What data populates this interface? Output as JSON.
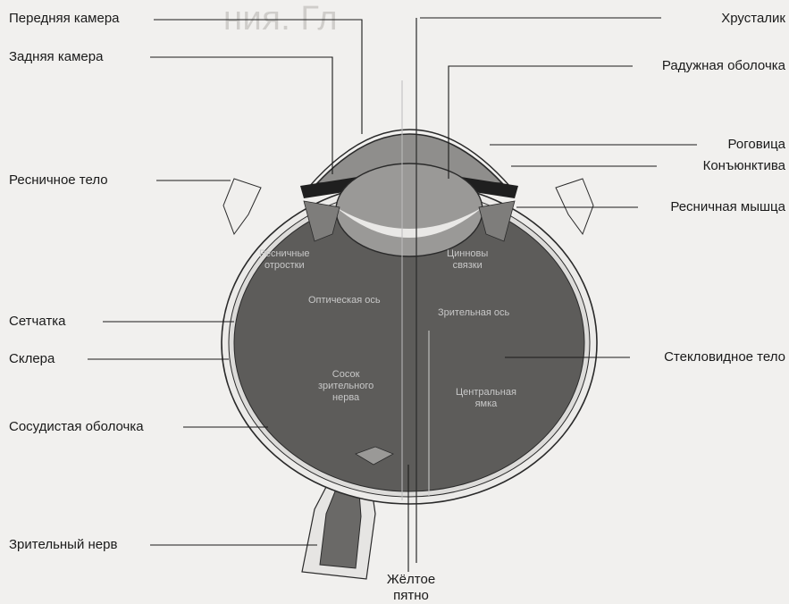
{
  "labels": {
    "anterior_chamber": "Передняя камера",
    "posterior_chamber": "Задняя камера",
    "ciliary_body": "Ресничное тело",
    "retina": "Сетчатка",
    "sclera": "Склера",
    "choroid": "Сосудистая оболочка",
    "optic_nerve": "Зрительный нерв",
    "lens": "Хрусталик",
    "iris": "Радужная оболочка",
    "cornea": "Роговица",
    "conjunctiva": "Конъюнктива",
    "ciliary_muscle": "Ресничная мышца",
    "vitreous_body": "Стекловидное тело",
    "macula_line1": "Жёлтое",
    "macula_line2": "пятно"
  },
  "inner_labels": {
    "ciliary_processes_1": "Ресничные",
    "ciliary_processes_2": "отростки",
    "zinn_1": "Цинновы",
    "zinn_2": "связки",
    "optical_axis": "Оптическая ось",
    "visual_axis": "Зрительная ось",
    "optic_disc_1": "Сосок",
    "optic_disc_2": "зрительного",
    "optic_disc_3": "нерва",
    "fovea_1": "Центральная",
    "fovea_2": "ямка"
  },
  "colors": {
    "eyeball_fill": "#5d5c5a",
    "lens_fill": "#e9e8e6",
    "cornea_chamber_fill": "#8f8e8c",
    "outline": "#2a2a2a"
  }
}
